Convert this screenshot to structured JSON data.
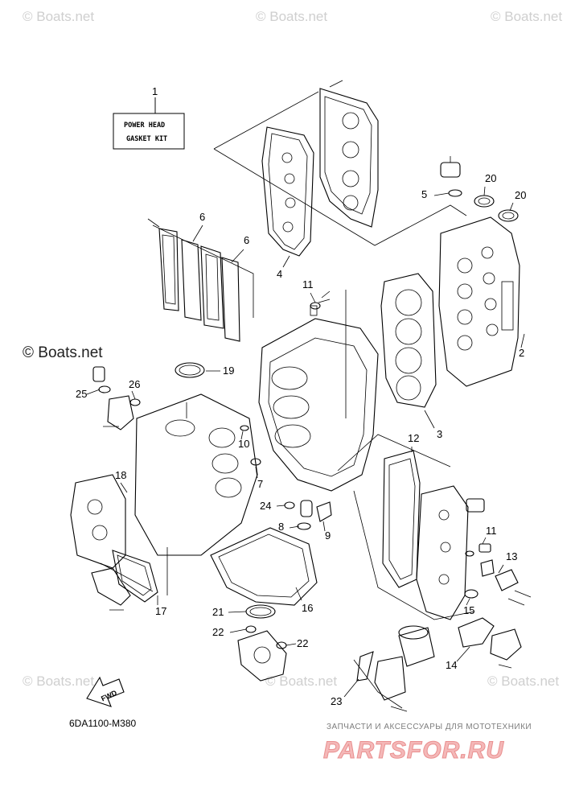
{
  "watermarks": {
    "site": "© Boats.net",
    "site_large": "© Boats.net"
  },
  "kit_label": {
    "line1": "POWER HEAD",
    "line2": "GASKET KIT"
  },
  "callouts": [
    "1",
    "2",
    "3",
    "4",
    "5",
    "6",
    "6",
    "7",
    "8",
    "9",
    "10",
    "11",
    "11",
    "12",
    "13",
    "14",
    "15",
    "16",
    "17",
    "18",
    "19",
    "20",
    "20",
    "21",
    "22",
    "22",
    "23",
    "24",
    "25",
    "26"
  ],
  "fwd_label": "FWD",
  "diagram_code": "6DA1100-M380",
  "shop_banner": {
    "tagline": "ЗАПЧАСТИ И АКСЕССУАРЫ ДЛЯ МОТОТЕХНИКИ",
    "brand": "PARTSFOR.RU"
  }
}
